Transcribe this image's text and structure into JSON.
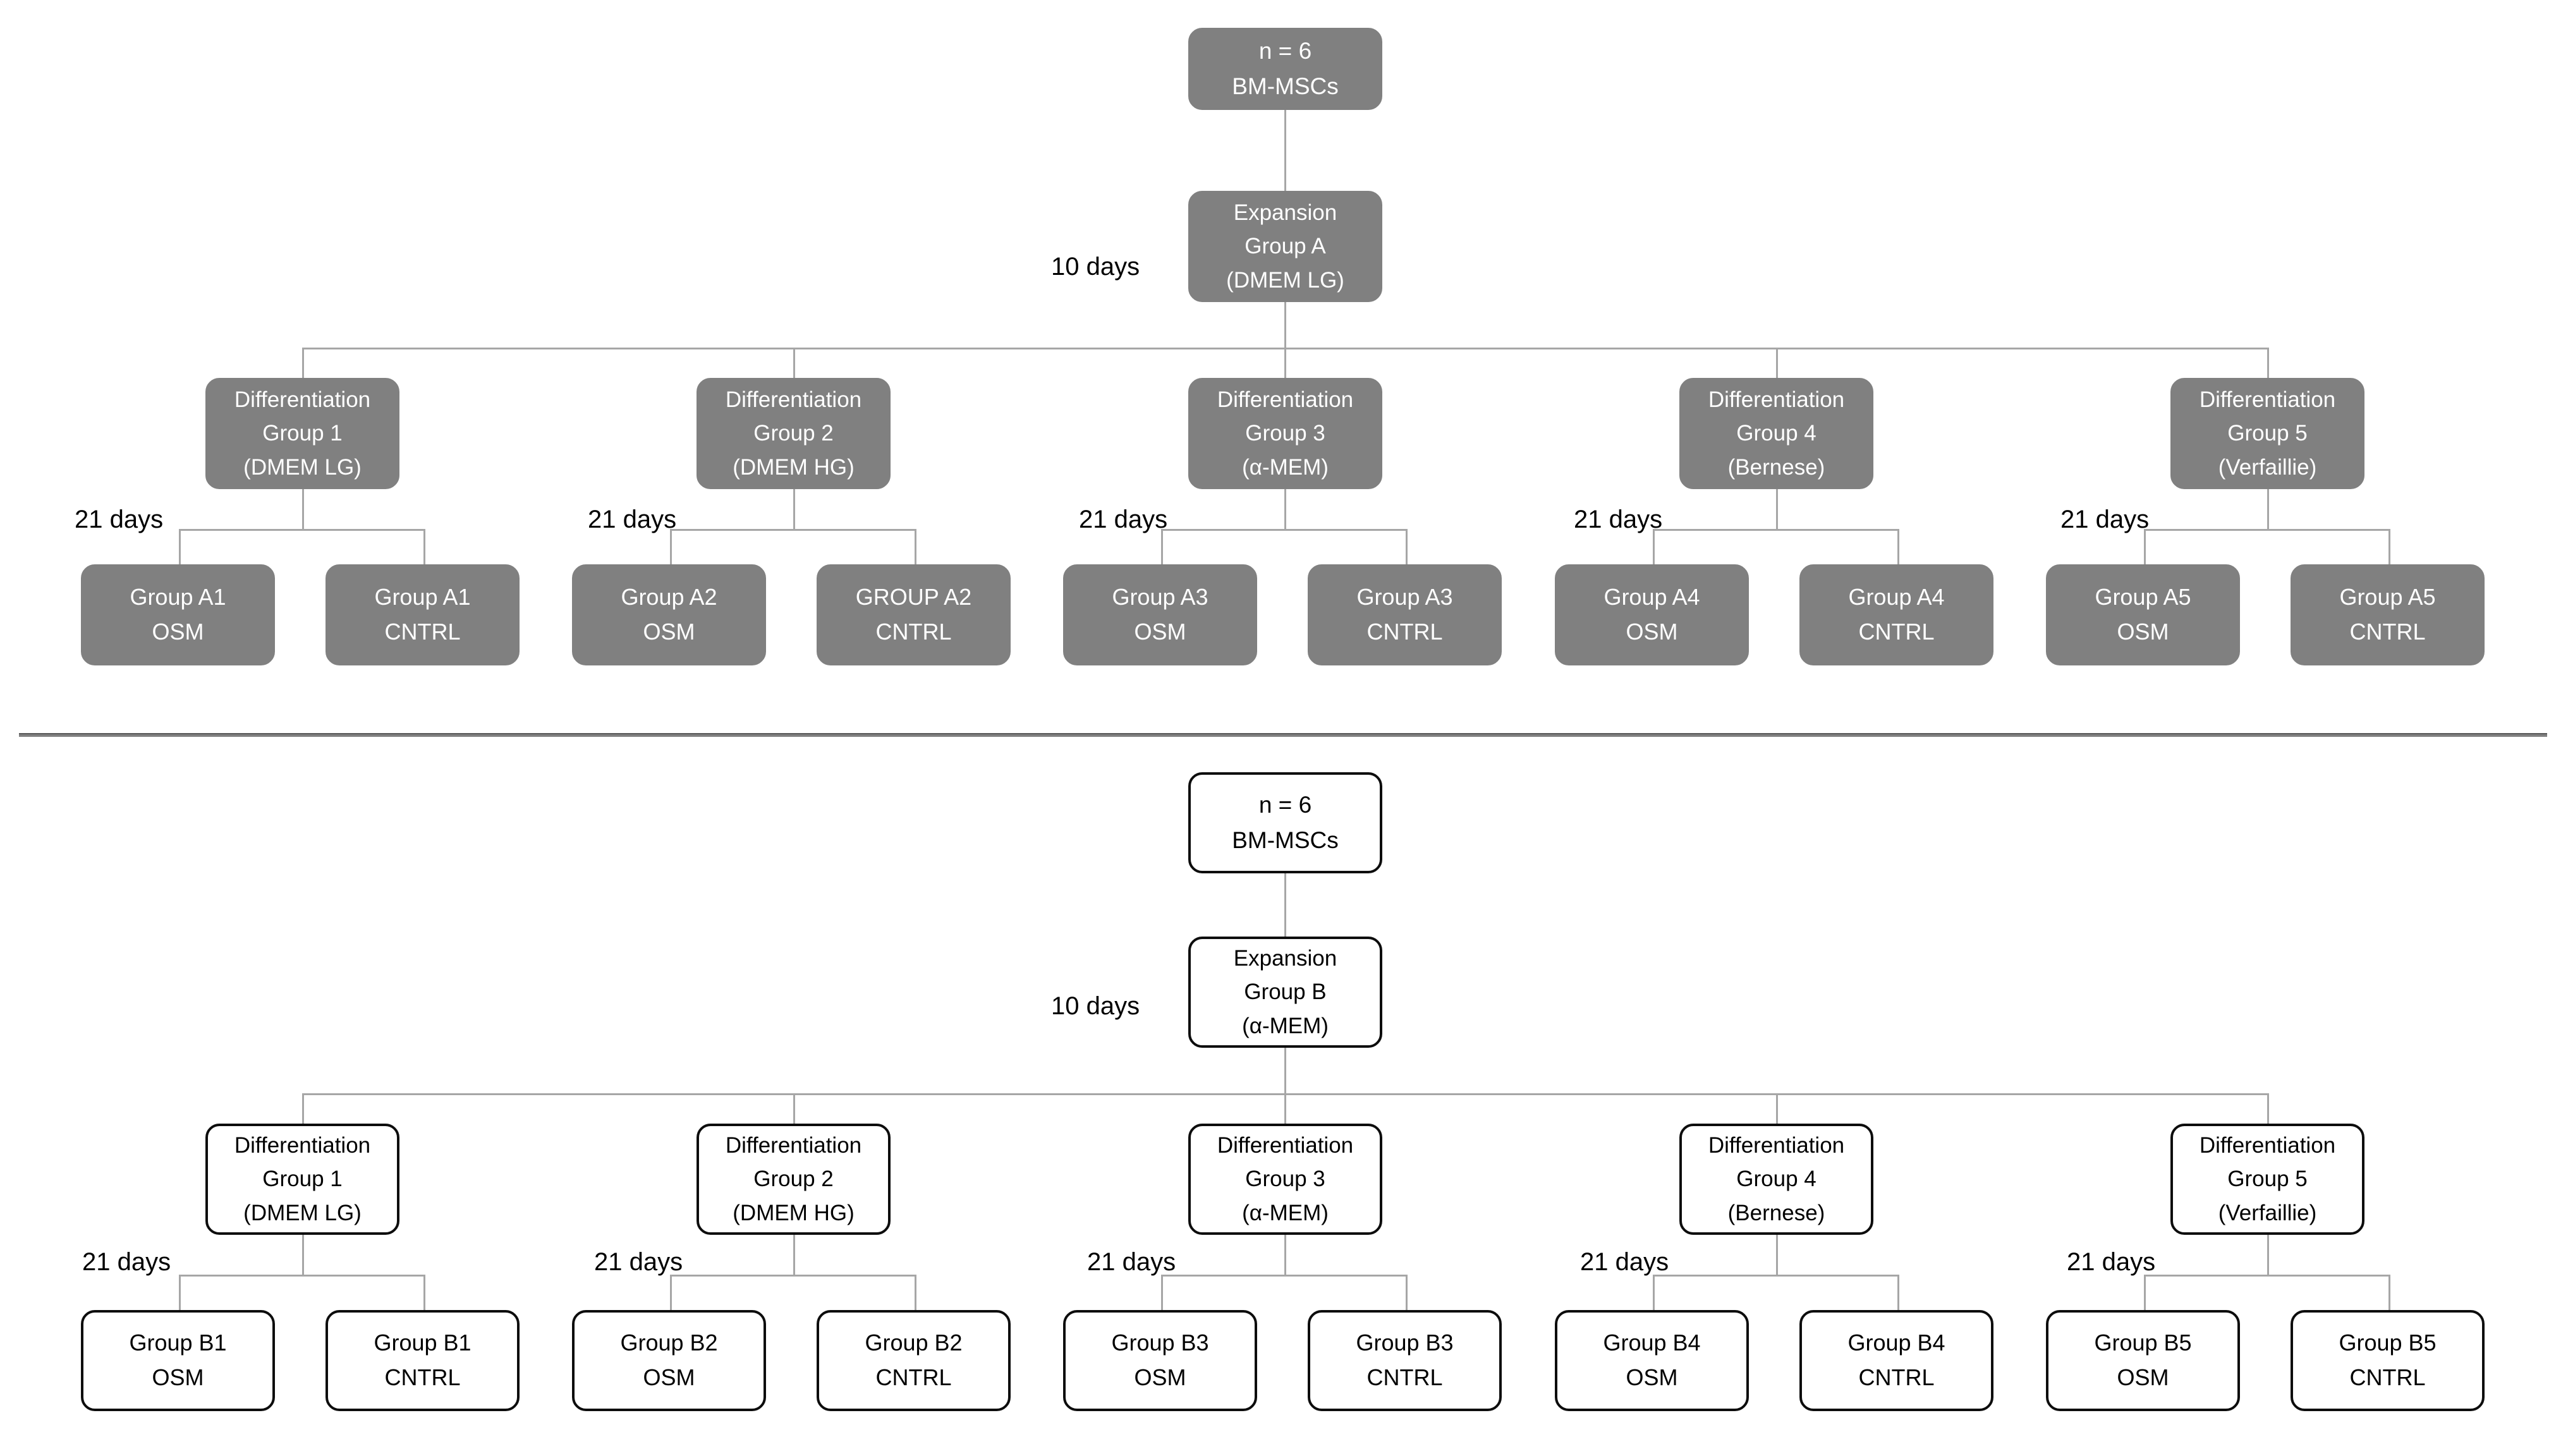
{
  "diagram": {
    "title": "BM-MSC expansion and differentiation study design",
    "colors": {
      "filled_box_bg": "#808080",
      "filled_box_text": "#ffffff",
      "outline_box_bg": "#ffffff",
      "outline_box_border": "#0d0d0d",
      "outline_box_text": "#000000",
      "connector": "#a6a6a6",
      "divider": "#808080",
      "background": "#ffffff"
    },
    "sections": [
      {
        "id": "section-a",
        "style": "filled",
        "root": {
          "line1": "n = 6",
          "line2": "BM-MSCs"
        },
        "root_to_expansion_label": "10 days",
        "expansion": {
          "line1": "Expansion",
          "line2": "Group A",
          "line3": "(DMEM LG)"
        },
        "differentiation": [
          {
            "line1": "Differentiation",
            "line2": "Group 1",
            "line3": "(DMEM LG)",
            "duration": "21 days"
          },
          {
            "line1": "Differentiation",
            "line2": "Group 2",
            "line3": "(DMEM HG)",
            "duration": "21 days"
          },
          {
            "line1": "Differentiation",
            "line2": "Group 3",
            "line3": "(α-MEM)",
            "duration": "21 days"
          },
          {
            "line1": "Differentiation",
            "line2": "Group 4",
            "line3": "(Bernese)",
            "duration": "21 days"
          },
          {
            "line1": "Differentiation",
            "line2": "Group 5",
            "line3": "(Verfaillie)",
            "duration": "21 days"
          }
        ],
        "leaves": [
          {
            "line1": "Group A1",
            "line2": "OSM"
          },
          {
            "line1": "Group A1",
            "line2": "CNTRL"
          },
          {
            "line1": "Group A2",
            "line2": "OSM"
          },
          {
            "line1": "GROUP A2",
            "line2": "CNTRL"
          },
          {
            "line1": "Group A3",
            "line2": "OSM"
          },
          {
            "line1": "Group A3",
            "line2": "CNTRL"
          },
          {
            "line1": "Group A4",
            "line2": "OSM"
          },
          {
            "line1": "Group A4",
            "line2": "CNTRL"
          },
          {
            "line1": "Group A5",
            "line2": "OSM"
          },
          {
            "line1": "Group A5",
            "line2": "CNTRL"
          }
        ]
      },
      {
        "id": "section-b",
        "style": "outline",
        "root": {
          "line1": "n = 6",
          "line2": "BM-MSCs"
        },
        "root_to_expansion_label": "10 days",
        "expansion": {
          "line1": "Expansion",
          "line2": "Group B",
          "line3": "(α-MEM)"
        },
        "differentiation": [
          {
            "line1": "Differentiation",
            "line2": "Group 1",
            "line3": "(DMEM LG)",
            "duration": "21 days"
          },
          {
            "line1": "Differentiation",
            "line2": "Group 2",
            "line3": "(DMEM HG)",
            "duration": "21 days"
          },
          {
            "line1": "Differentiation",
            "line2": "Group 3",
            "line3": "(α-MEM)",
            "duration": "21 days"
          },
          {
            "line1": "Differentiation",
            "line2": "Group 4",
            "line3": "(Bernese)",
            "duration": "21 days"
          },
          {
            "line1": "Differentiation",
            "line2": "Group 5",
            "line3": "(Verfaillie)",
            "duration": "21 days"
          }
        ],
        "leaves": [
          {
            "line1": "Group B1",
            "line2": "OSM"
          },
          {
            "line1": "Group B1",
            "line2": "CNTRL"
          },
          {
            "line1": "Group B2",
            "line2": "OSM"
          },
          {
            "line1": "Group B2",
            "line2": "CNTRL"
          },
          {
            "line1": "Group B3",
            "line2": "OSM"
          },
          {
            "line1": "Group B3",
            "line2": "CNTRL"
          },
          {
            "line1": "Group B4",
            "line2": "OSM"
          },
          {
            "line1": "Group B4",
            "line2": "CNTRL"
          },
          {
            "line1": "Group B5",
            "line2": "OSM"
          },
          {
            "line1": "Group B5",
            "line2": "CNTRL"
          }
        ]
      }
    ]
  }
}
